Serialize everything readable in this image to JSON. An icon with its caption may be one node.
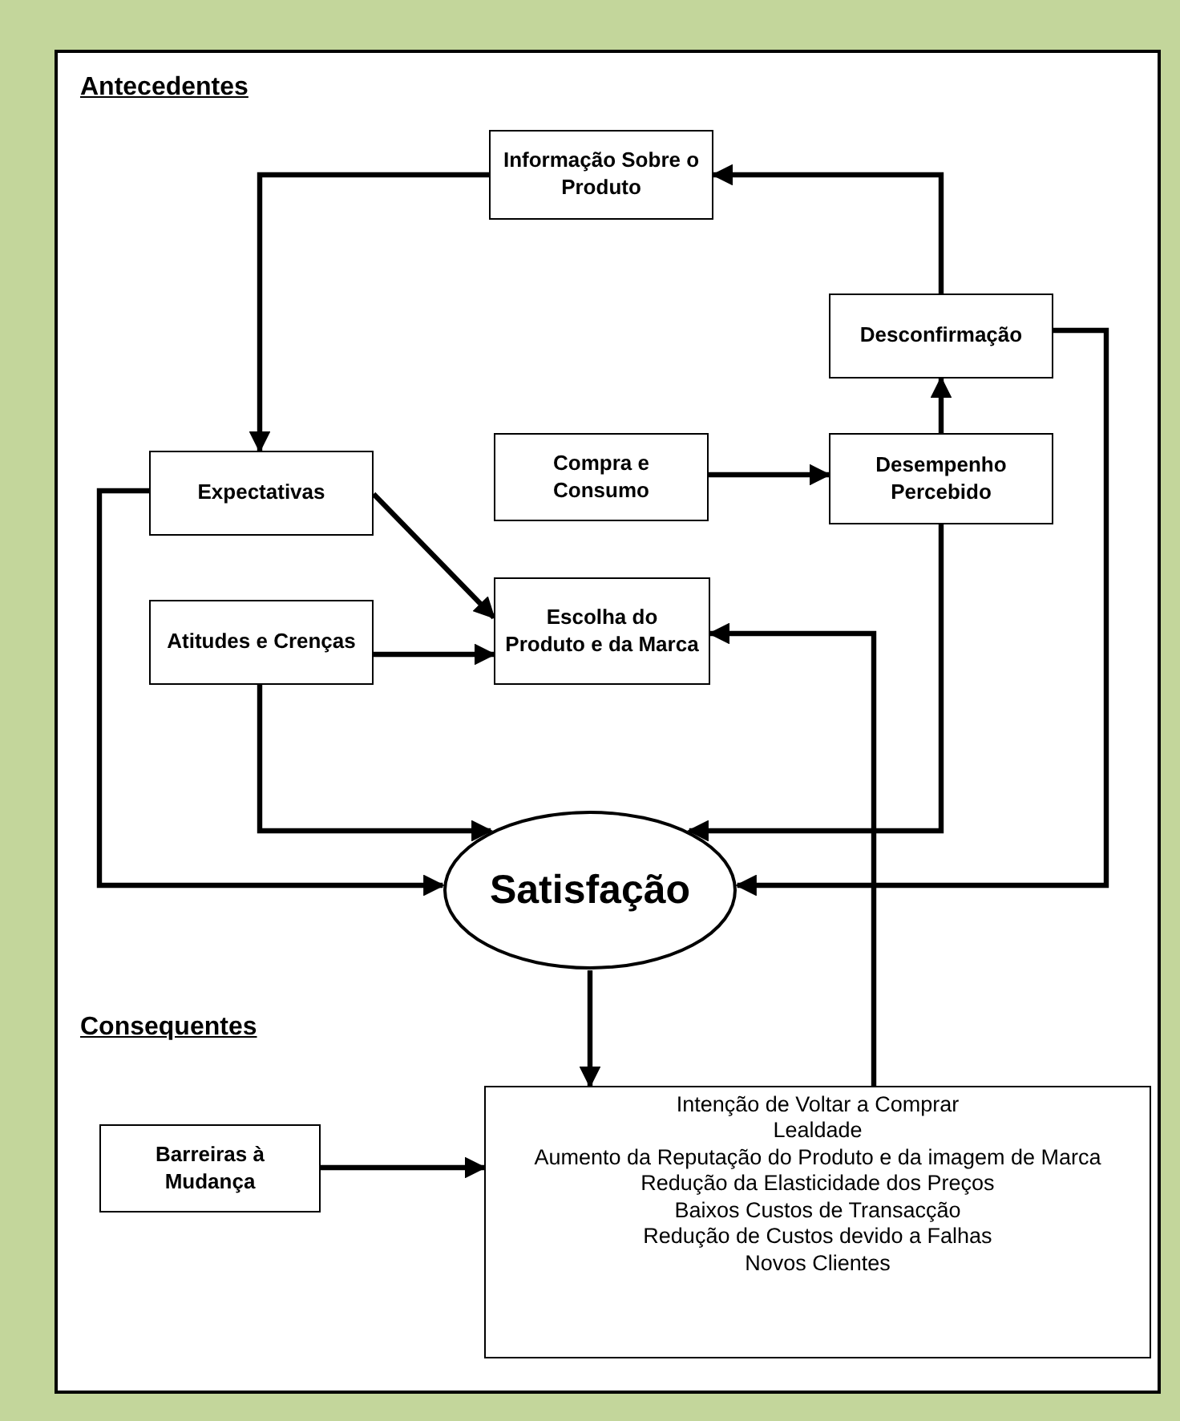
{
  "diagram": {
    "nodes": [
      {
        "text": [
          "Informação Sobre o Produto"
        ]
      },
      {
        "text": [
          "Desconfirmação"
        ]
      },
      {
        "text": [
          "Expectativas"
        ]
      },
      {
        "text": [
          "Compra e Consumo"
        ]
      },
      {
        "text": [
          "Desempenho Percebido"
        ]
      },
      {
        "text": [
          "Atitudes e Crenças"
        ]
      },
      {
        "text": [
          "Escolha do Produto e da Marca"
        ]
      },
      {
        "text": [
          "Satisfação"
        ]
      },
      {
        "text": [
          "Intenção de Voltar a Comprar",
          "Lealdade",
          "Aumento da  Reputação do Produto e da imagem de Marca",
          "Redução da Elasticidade dos Preços",
          "Baixos Custos de Transacção",
          "Redução de Custos devido a Falhas",
          "Novos Clientes"
        ]
      },
      {
        "text": [
          "Barreiras à Mudança"
        ]
      }
    ],
    "edges": [
      {
        "from": 1,
        "to": 0,
        "arrow": "to"
      },
      {
        "from": 0,
        "to": 2,
        "arrow": "to"
      },
      {
        "from": 4,
        "to": 1,
        "arrow": "to"
      },
      {
        "from": 3,
        "to": 4,
        "arrow": "to"
      },
      {
        "from": 2,
        "to": 6,
        "arrow": "to"
      },
      {
        "from": 5,
        "to": 6,
        "arrow": "to"
      },
      {
        "from": 2,
        "to": 7,
        "arrow": "to"
      },
      {
        "from": 5,
        "to": 7,
        "arrow": "to"
      },
      {
        "from": 4,
        "to": 7,
        "arrow": "to"
      },
      {
        "from": 1,
        "to": 7,
        "arrow": "to"
      },
      {
        "from": 7,
        "to": 8,
        "arrow": "to"
      },
      {
        "from": 8,
        "to": 6,
        "arrow": "to"
      },
      {
        "from": 9,
        "to": 8,
        "arrow": "to"
      }
    ],
    "labels": [
      "Antecedentes",
      "Consequentes"
    ]
  }
}
